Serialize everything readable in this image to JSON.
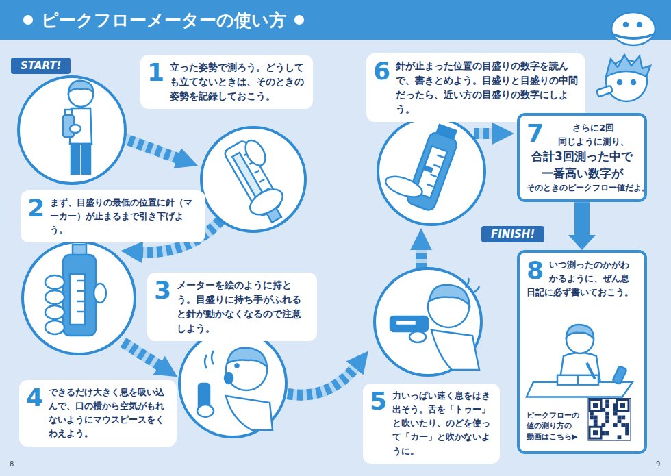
{
  "diagram": {
    "title": "ピークフローメーターの使い方",
    "nodes": [
      {
        "text": [
          "1",
          "立った姿勢で測ろう。どうしても立てないときは、そのときの姿勢を記録しておこう。"
        ]
      },
      {
        "text": [
          "2",
          "まず、目盛りの最低の位置に針（マーカー）が止まるまで引き下げよう。"
        ]
      },
      {
        "text": [
          "3",
          "メーターを絵のように持とう。目盛りに持ち手がふれると針が動かなくなるので注意しよう。"
        ]
      },
      {
        "text": [
          "4",
          "できるだけ大きく息を吸い込んで、口の横から空気がもれないようにマウスピースをくわえよう。"
        ]
      },
      {
        "text": [
          "5",
          "力いっぱい速く息をはき出そう。舌を「トゥー」と吹いたり、のどを使って「カー」と吹かないように。"
        ]
      },
      {
        "text": [
          "6",
          "針が止まった位置の目盛りの数字を読んで、書きとめよう。目盛りと目盛りの中間だったら、近い方の目盛りの数字にしよう。"
        ]
      },
      {
        "text": [
          "7",
          "さらに2回 同じように測り、",
          "合計3回測った中で 一番高い数字が",
          "そのときのピークフロー値だよ。"
        ]
      },
      {
        "text": [
          "8",
          "いつ測ったのかがわかるように、ぜん息日記に必ず書いておこう。",
          "ピークフローの 値の測り方の 動画はこちら▶"
        ]
      }
    ],
    "edges": [
      {
        "from": 6,
        "to": 7,
        "arrow": "to"
      }
    ],
    "labels": [
      "START!",
      "FINISH!",
      "8",
      "9"
    ]
  }
}
